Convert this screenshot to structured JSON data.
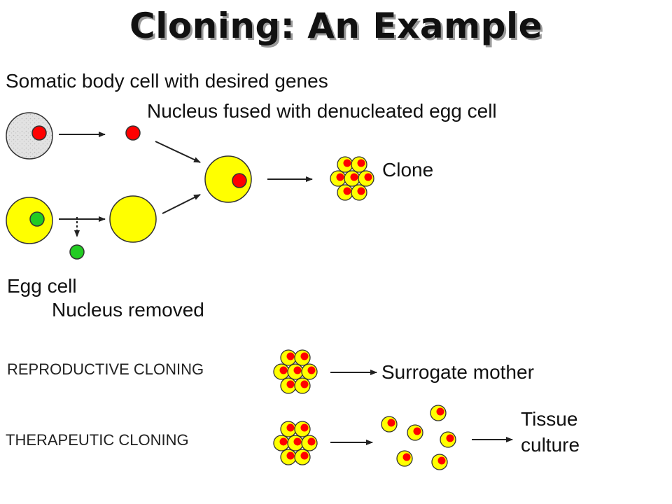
{
  "title": "Cloning: An Example",
  "labels": {
    "somatic": "Somatic body cell with desired genes",
    "fused": "Nucleus fused with denucleated egg cell",
    "clone": "Clone",
    "egg_cell": "Egg cell",
    "nucleus_removed": "Nucleus removed",
    "reproductive": "REPRODUCTIVE CLONING",
    "therapeutic": "THERAPEUTIC CLONING",
    "surrogate": "Surrogate mother",
    "tissue_line1": "Tissue",
    "tissue_line2": "culture"
  },
  "colors": {
    "somatic_cell": "#e2e2e2",
    "egg_cell": "#ffff00",
    "nucleus_red": "#ff0000",
    "nucleus_green": "#22cc22",
    "outline": "#333333"
  }
}
